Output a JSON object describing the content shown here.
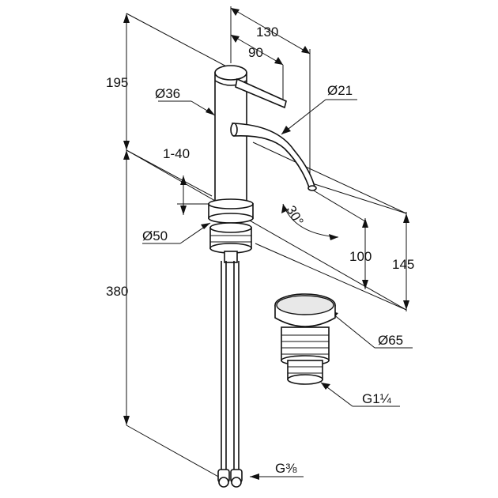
{
  "dimensions": {
    "spout_reach_total": "130",
    "lever_reach": "90",
    "body_diameter": "Ø36",
    "spout_diameter": "Ø21",
    "height_above_body": "195",
    "mounting_range": "1-40",
    "base_diameter": "Ø50",
    "spout_angle": "30°",
    "outlet_height": "100",
    "spout_height": "145",
    "hose_length": "380",
    "waste_diameter": "Ø65",
    "waste_thread": "G1¼",
    "supply_thread": "G⅜"
  },
  "colors": {
    "line": "#111111",
    "background": "#ffffff"
  }
}
